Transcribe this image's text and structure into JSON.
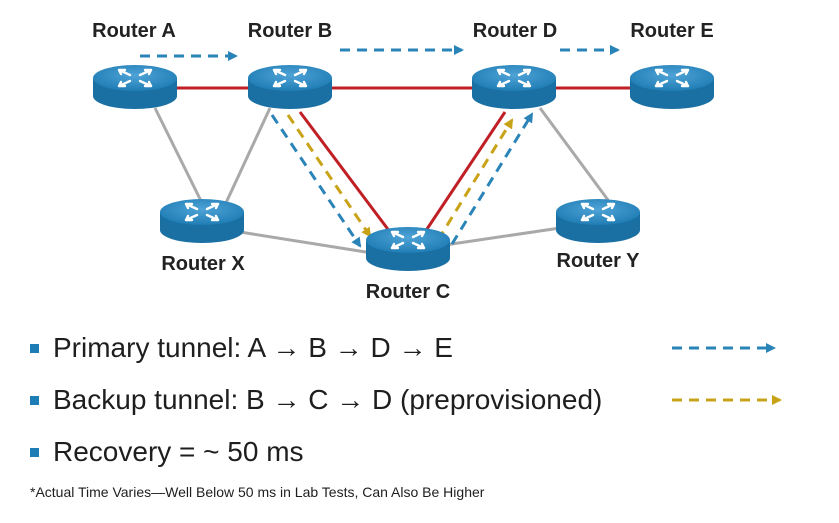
{
  "colors": {
    "primary_tunnel": "#2a84b8",
    "backup_tunnel": "#c9a317",
    "primary_path_link": "#c01f25",
    "other_link": "#a9a9a9",
    "router_body": "#1f7db5",
    "bullet": "#1f7db5"
  },
  "icons": {
    "router": "router-icon",
    "bullet": "square-bullet-icon"
  },
  "routers": {
    "a": "Router A",
    "b": "Router B",
    "c": "Router C",
    "d": "Router D",
    "e": "Router E",
    "x": "Router X",
    "y": "Router Y"
  },
  "legend": {
    "primary": "Primary tunnel: A → B → D → E",
    "backup": "Backup tunnel: B → C → D (preprovisioned)",
    "recovery": "Recovery = ~ 50 ms"
  },
  "footnote": "*Actual Time Varies—Well Below 50 ms in Lab Tests, Can Also Be Higher"
}
